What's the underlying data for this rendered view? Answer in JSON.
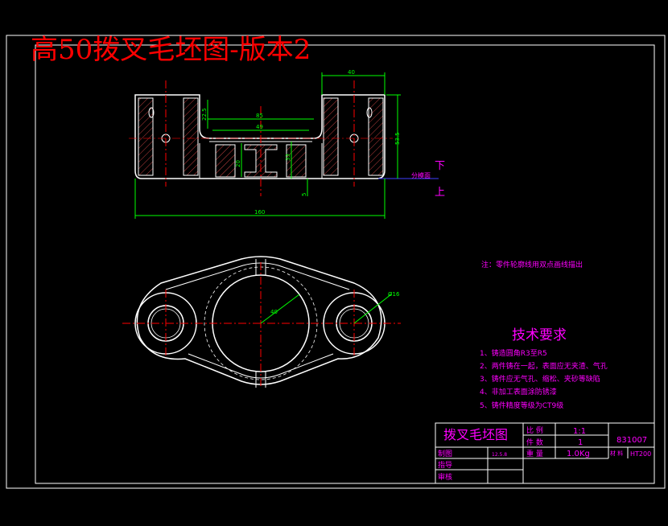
{
  "title": "高50拨叉毛坯图-版本2",
  "side_labels": {
    "down": "下",
    "up": "上",
    "parting": "分模面"
  },
  "note": "注：零件轮廓线用双点画线描出",
  "dimensions": {
    "top_right_width": "40",
    "overall_top": "85",
    "inner_width": "49",
    "height_total": "53.5",
    "web_height": "33",
    "bottom_small": "5",
    "overall_length": "160",
    "left_small": "22.5",
    "web_thickness": "20",
    "radius_center": "40",
    "radius_right": "Ø16"
  },
  "tech": {
    "heading": "技术要求",
    "items": [
      "1、铸造圆角R3至R5",
      "2、两件铸在一起，表面应无夹渣、气孔",
      "3、铸件应无气孔、缩松、夹砂等缺陷",
      "4、非加工表面涂防锈漆",
      "5、铸件精度等级为CT9级"
    ]
  },
  "title_block": {
    "part_name": "拨叉毛坯图",
    "scale_label": "比 例",
    "scale_value": "1:1",
    "qty_label": "件 数",
    "qty_value": "1",
    "weight_label": "重 量",
    "weight_value": "1.0Kg",
    "drawing_no": "831007",
    "material_label": "材 料",
    "material_value": "HT200",
    "draw_label": "制图",
    "draw_date": "12.5.8",
    "guide_label": "指导",
    "review_label": "审核"
  },
  "colors": {
    "background": "#000000",
    "line": "#ffffff",
    "dimension": "#00ff00",
    "centerline": "#ff0000",
    "text_accent": "#ff00ff",
    "title": "#ff0000",
    "label_blue": "#4040ff"
  }
}
